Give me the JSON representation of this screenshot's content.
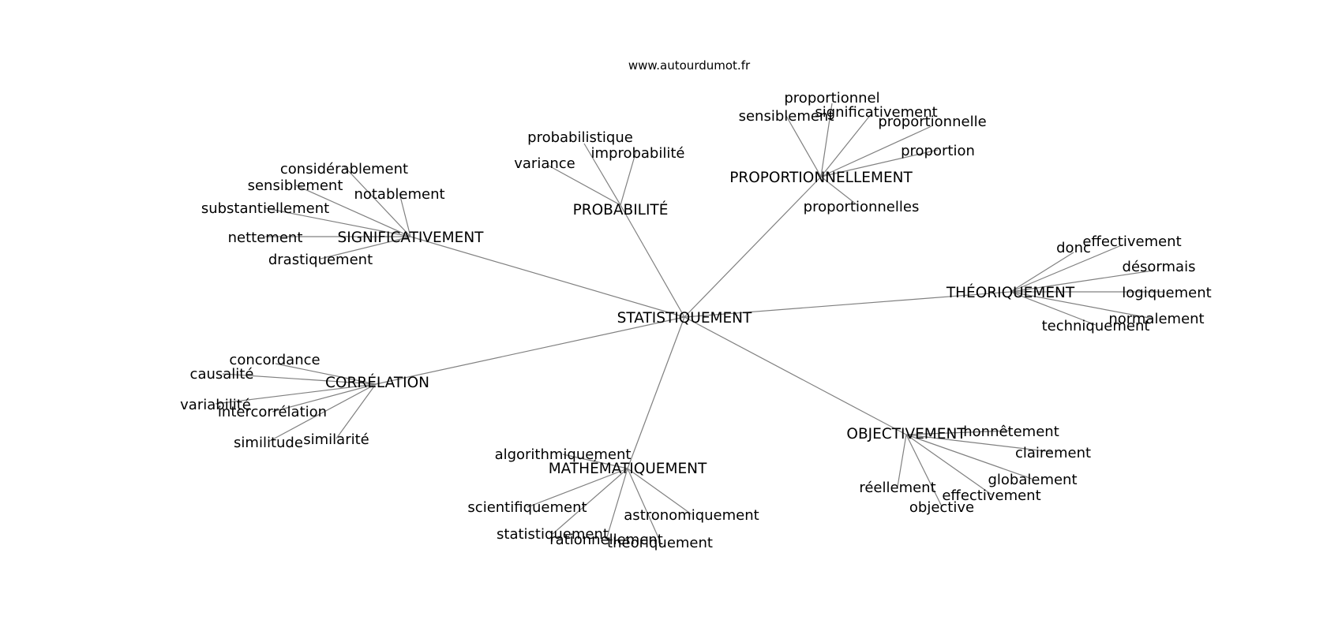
{
  "source": "www.autourdumot.fr",
  "center": "STATISTIQUEMENT",
  "colors": {
    "edge": "#808080",
    "text": "#000000",
    "background": "#ffffff"
  },
  "clusters": [
    {
      "hub": "SIGNIFICATIVEMENT",
      "words": [
        "considérablement",
        "sensiblement",
        "notablement",
        "substantiellement",
        "nettement",
        "drastiquement"
      ]
    },
    {
      "hub": "PROBABILITÉ",
      "words": [
        "probabilistique",
        "improbabilité",
        "variance"
      ]
    },
    {
      "hub": "PROPORTIONNELLEMENT",
      "words": [
        "proportionnel",
        "sensiblement",
        "significativement",
        "proportionnelle",
        "proportion",
        "proportionnelles"
      ]
    },
    {
      "hub": "THÉORIQUEMENT",
      "words": [
        "effectivement",
        "donc",
        "désormais",
        "logiquement",
        "normalement",
        "techniquement"
      ]
    },
    {
      "hub": "CORRÉLATION",
      "words": [
        "concordance",
        "causalité",
        "variabilité",
        "intercorrélation",
        "similitude",
        "similarité"
      ]
    },
    {
      "hub": "MATHÉMATIQUEMENT",
      "words": [
        "algorithmiquement",
        "scientifiquement",
        "astronomiquement",
        "statistiquement",
        "rationnellement",
        "théoriquement"
      ]
    },
    {
      "hub": "OBJECTIVEMENT",
      "words": [
        "honnêtement",
        "clairement",
        "globalement",
        "réellement",
        "effectivement",
        "objective"
      ]
    }
  ]
}
